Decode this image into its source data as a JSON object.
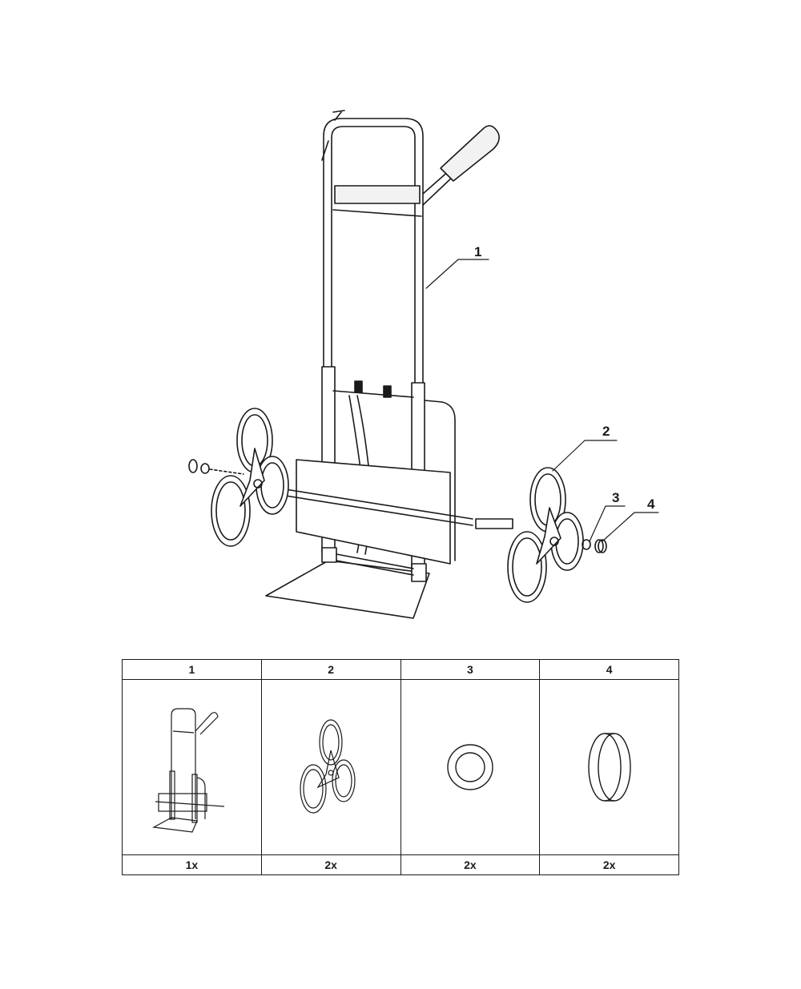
{
  "callouts": [
    {
      "id": "callout-1",
      "label": "1"
    },
    {
      "id": "callout-2",
      "label": "2"
    },
    {
      "id": "callout-3",
      "label": "3"
    },
    {
      "id": "callout-4",
      "label": "4"
    }
  ],
  "parts_table": {
    "headers": [
      "1",
      "2",
      "3",
      "4"
    ],
    "quantities": [
      "1x",
      "2x",
      "2x",
      "2x"
    ],
    "part_images": [
      "hand-truck-frame",
      "tri-star-wheel",
      "washer",
      "axle-cap"
    ]
  },
  "colors": {
    "line": "#1a1a1a",
    "background": "#ffffff",
    "light_fill": "#f2f2f2"
  }
}
